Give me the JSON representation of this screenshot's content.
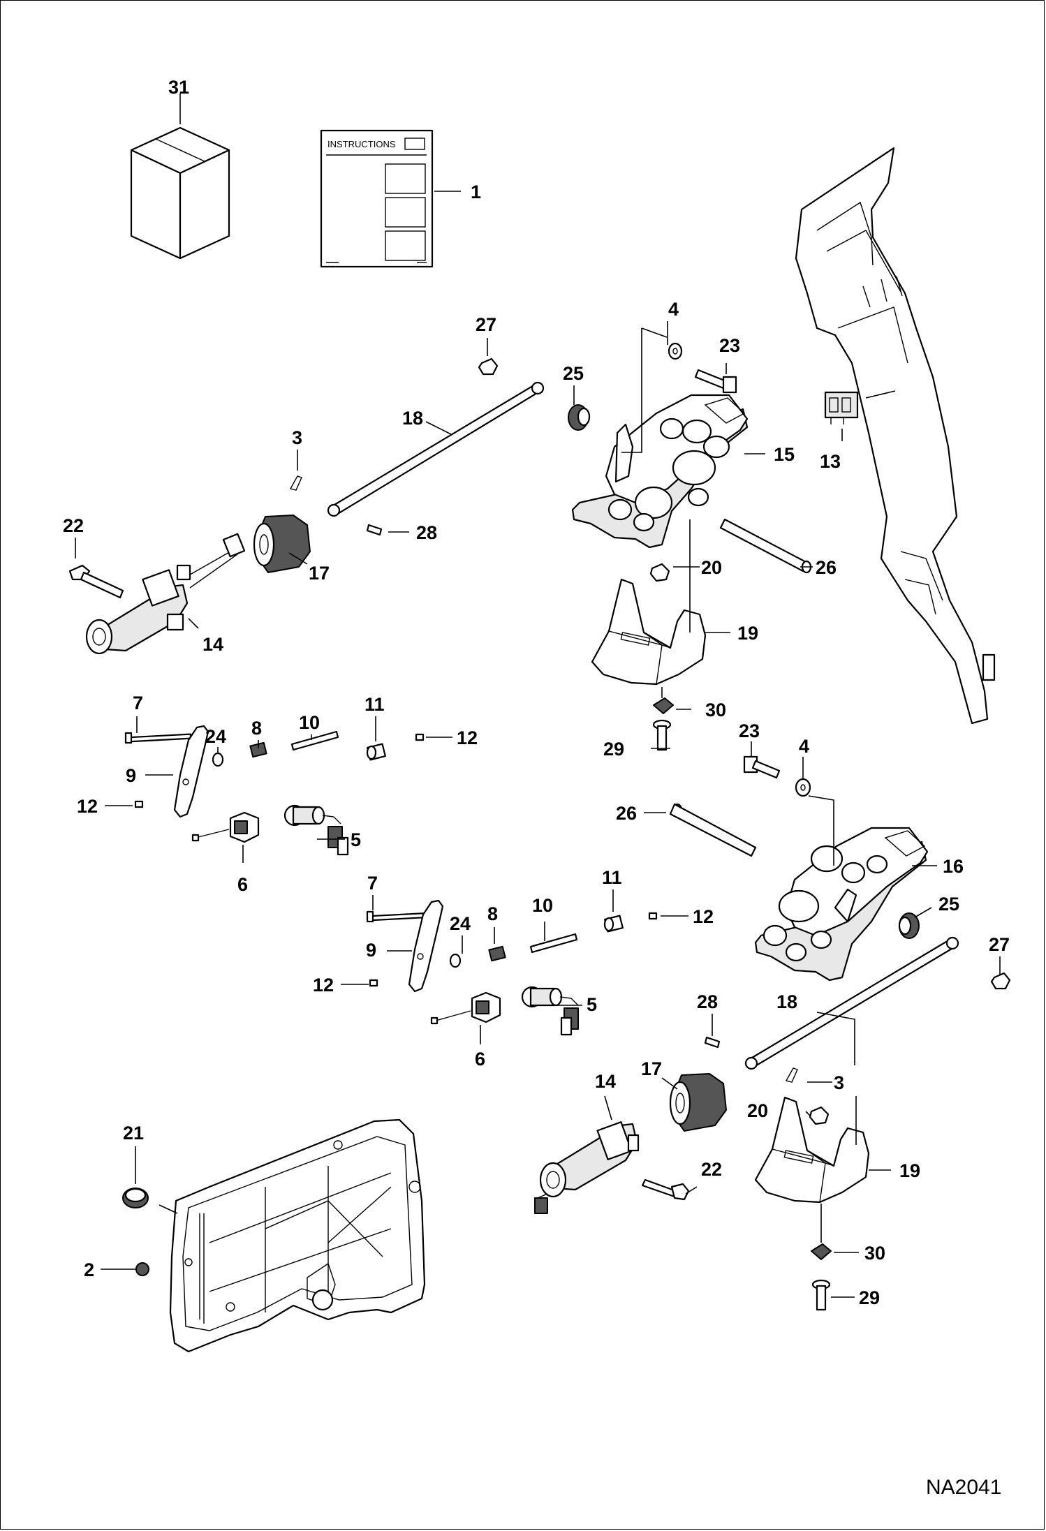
{
  "drawing": {
    "code": "NA2041",
    "instructions_sheet_title": "INSTRUCTIONS"
  },
  "callouts": [
    {
      "id": "c31",
      "text": "31"
    },
    {
      "id": "c1",
      "text": "1"
    },
    {
      "id": "c27a",
      "text": "27"
    },
    {
      "id": "c4a",
      "text": "4"
    },
    {
      "id": "c23a",
      "text": "23"
    },
    {
      "id": "c25a",
      "text": "25"
    },
    {
      "id": "c18a",
      "text": "18"
    },
    {
      "id": "c3a",
      "text": "3"
    },
    {
      "id": "c15",
      "text": "15"
    },
    {
      "id": "c13",
      "text": "13"
    },
    {
      "id": "c22a",
      "text": "22"
    },
    {
      "id": "c28a",
      "text": "28"
    },
    {
      "id": "c17a",
      "text": "17"
    },
    {
      "id": "c20a",
      "text": "20"
    },
    {
      "id": "c26a",
      "text": "26"
    },
    {
      "id": "c14a",
      "text": "14"
    },
    {
      "id": "c19a",
      "text": "19"
    },
    {
      "id": "c7a",
      "text": "7"
    },
    {
      "id": "c11a",
      "text": "11"
    },
    {
      "id": "c10a",
      "text": "10"
    },
    {
      "id": "c8a",
      "text": "8"
    },
    {
      "id": "c24a",
      "text": "24"
    },
    {
      "id": "c12a",
      "text": "12"
    },
    {
      "id": "c9a",
      "text": "9"
    },
    {
      "id": "c30a",
      "text": "30"
    },
    {
      "id": "c23b",
      "text": "23"
    },
    {
      "id": "c29a",
      "text": "29"
    },
    {
      "id": "c4b",
      "text": "4"
    },
    {
      "id": "c12b",
      "text": "12"
    },
    {
      "id": "c5a",
      "text": "5"
    },
    {
      "id": "c26b",
      "text": "26"
    },
    {
      "id": "c6a",
      "text": "6"
    },
    {
      "id": "c16",
      "text": "16"
    },
    {
      "id": "c7b",
      "text": "7"
    },
    {
      "id": "c11b",
      "text": "11"
    },
    {
      "id": "c10b",
      "text": "10"
    },
    {
      "id": "c8b",
      "text": "8"
    },
    {
      "id": "c24b",
      "text": "24"
    },
    {
      "id": "c12c",
      "text": "12"
    },
    {
      "id": "c25b",
      "text": "25"
    },
    {
      "id": "c27b",
      "text": "27"
    },
    {
      "id": "c9b",
      "text": "9"
    },
    {
      "id": "c12d",
      "text": "12"
    },
    {
      "id": "c5b",
      "text": "5"
    },
    {
      "id": "c28b",
      "text": "28"
    },
    {
      "id": "c18b",
      "text": "18"
    },
    {
      "id": "c6b",
      "text": "6"
    },
    {
      "id": "c14b",
      "text": "14"
    },
    {
      "id": "c17b",
      "text": "17"
    },
    {
      "id": "c3b",
      "text": "3"
    },
    {
      "id": "c21",
      "text": "21"
    },
    {
      "id": "c20b",
      "text": "20"
    },
    {
      "id": "c22b",
      "text": "22"
    },
    {
      "id": "c19b",
      "text": "19"
    },
    {
      "id": "c2",
      "text": "2"
    },
    {
      "id": "c30b",
      "text": "30"
    },
    {
      "id": "c29b",
      "text": "29"
    }
  ]
}
